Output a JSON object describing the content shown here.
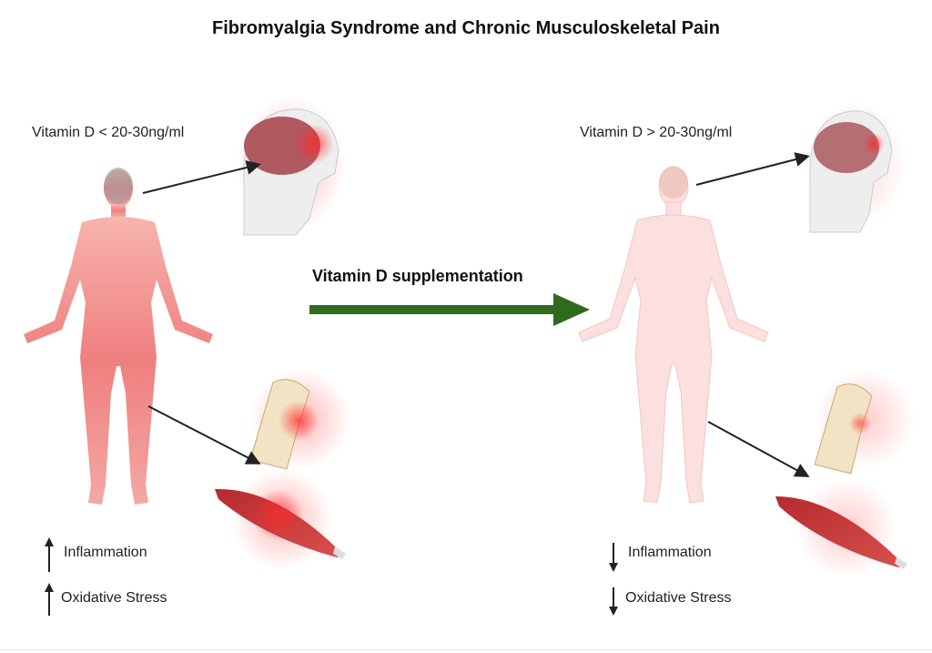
{
  "title": "Fibromyalgia Syndrome and Chronic Musculoskeletal Pain",
  "left": {
    "vitamin_label": "Vitamin D < 20-30ng/ml",
    "effects": [
      {
        "direction": "up",
        "label": "Inflammation"
      },
      {
        "direction": "up",
        "label": "Oxidative Stress"
      }
    ]
  },
  "center": {
    "arrow_label": "Vitamin D supplementation",
    "arrow_color": "#2f6a1e"
  },
  "right": {
    "vitamin_label": "Vitamin D > 20-30ng/ml",
    "effects": [
      {
        "direction": "down",
        "label": "Inflammation"
      },
      {
        "direction": "down",
        "label": "Oxidative Stress"
      }
    ]
  },
  "colors": {
    "inflamed_body": "#f28a8a",
    "healthy_body": "#fbe1e1",
    "glow": "#ff3b3b",
    "muscle": "#c8373a"
  }
}
